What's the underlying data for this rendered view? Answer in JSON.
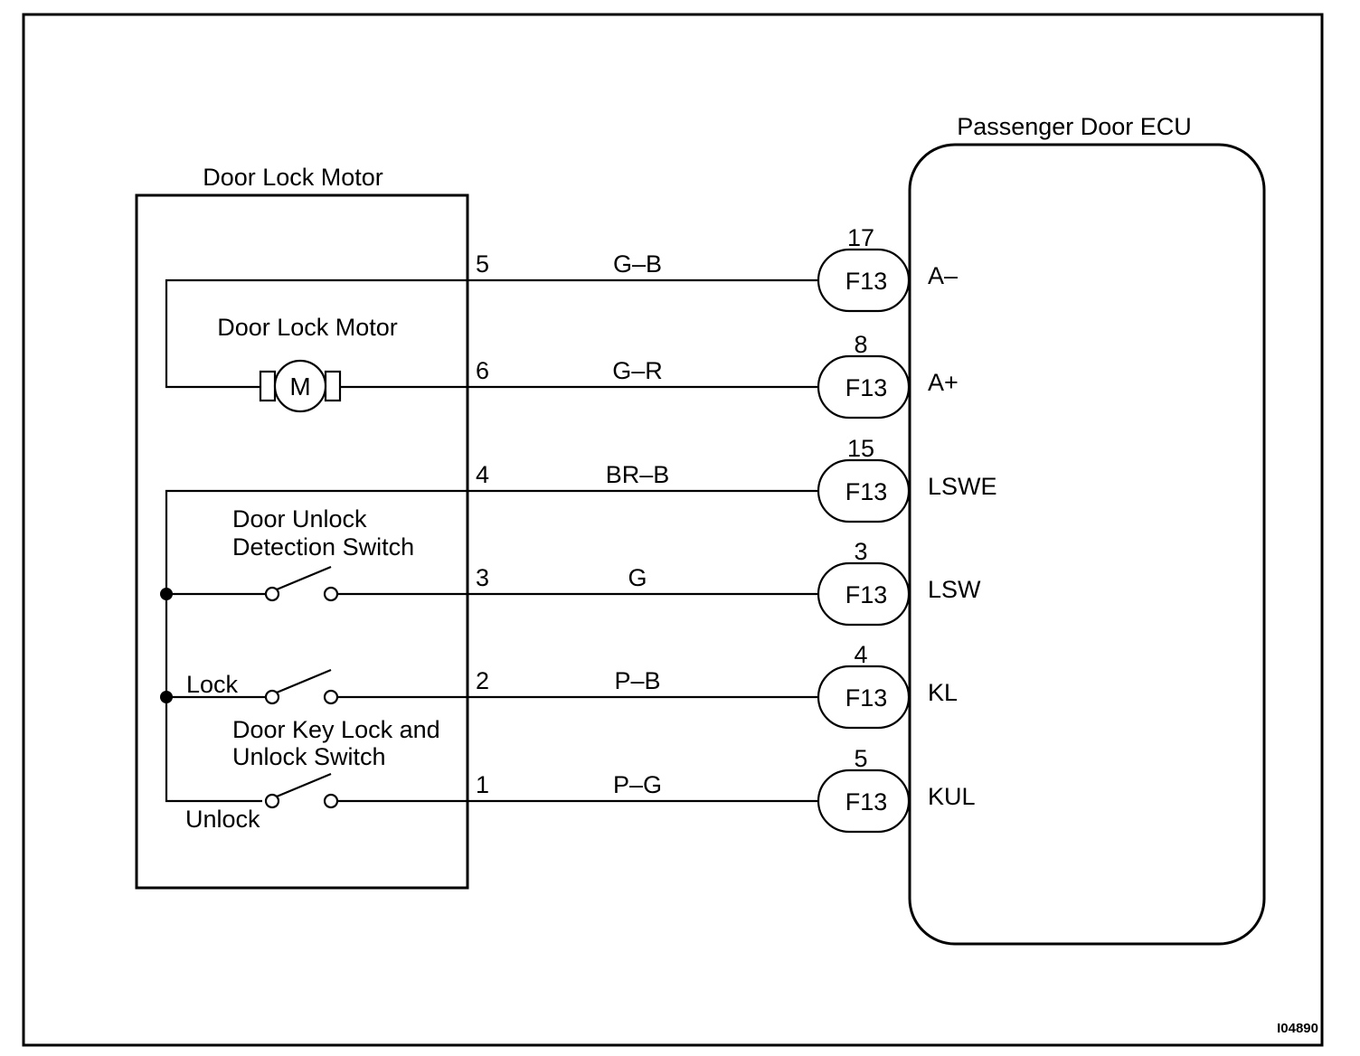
{
  "motor_block": {
    "title": "Door Lock Motor",
    "motor_label": "Door Lock Motor",
    "motor_symbol": "M",
    "unlock_detect_label": [
      "Door Unlock",
      "Detection Switch"
    ],
    "key_switch_label": [
      "Door Key Lock and",
      "Unlock Switch"
    ],
    "lock_label": "Lock",
    "unlock_label": "Unlock"
  },
  "ecu_block": {
    "title": "Passenger Door ECU"
  },
  "wires": [
    {
      "pin": "5",
      "color": "G–B",
      "ecu_pin": "17",
      "connector": "F13",
      "terminal": "A–"
    },
    {
      "pin": "6",
      "color": "G–R",
      "ecu_pin": "8",
      "connector": "F13",
      "terminal": "A+"
    },
    {
      "pin": "4",
      "color": "BR–B",
      "ecu_pin": "15",
      "connector": "F13",
      "terminal": "LSWE"
    },
    {
      "pin": "3",
      "color": "G",
      "ecu_pin": "3",
      "connector": "F13",
      "terminal": "LSW"
    },
    {
      "pin": "2",
      "color": "P–B",
      "ecu_pin": "4",
      "connector": "F13",
      "terminal": "KL"
    },
    {
      "pin": "1",
      "color": "P–G",
      "ecu_pin": "5",
      "connector": "F13",
      "terminal": "KUL"
    }
  ],
  "figure_id": "I04890"
}
